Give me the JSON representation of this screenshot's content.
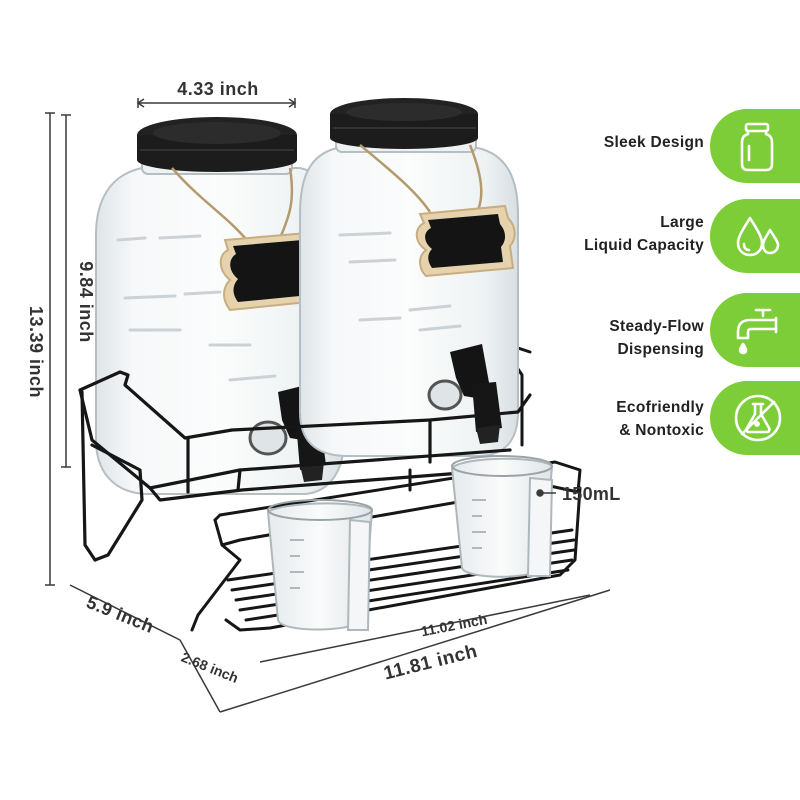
{
  "dimensions": {
    "jar_width": "4.33 inch",
    "jar_height": "9.84 inch",
    "total_height": "13.39 inch",
    "depth": "5.9 inch",
    "tray_depth": "2.68 inch",
    "inner_width": "11.02 inch",
    "total_width": "11.81 inch",
    "cup_volume": "150mL"
  },
  "features": [
    {
      "lines": [
        "Sleek Design"
      ],
      "icon": "jar-icon"
    },
    {
      "lines": [
        "Large",
        "Liquid Capacity"
      ],
      "icon": "water-drops-icon"
    },
    {
      "lines": [
        "Steady-Flow",
        "Dispensing"
      ],
      "icon": "faucet-icon"
    },
    {
      "lines": [
        "Ecofriendly",
        "& Nontoxic"
      ],
      "icon": "no-chemical-icon"
    }
  ],
  "colors": {
    "accent_green": "#7ccd38",
    "lid_black": "#1c1c1c",
    "chalkboard": "#141414",
    "rack_black": "#161616",
    "dimension_text": "#333333"
  }
}
